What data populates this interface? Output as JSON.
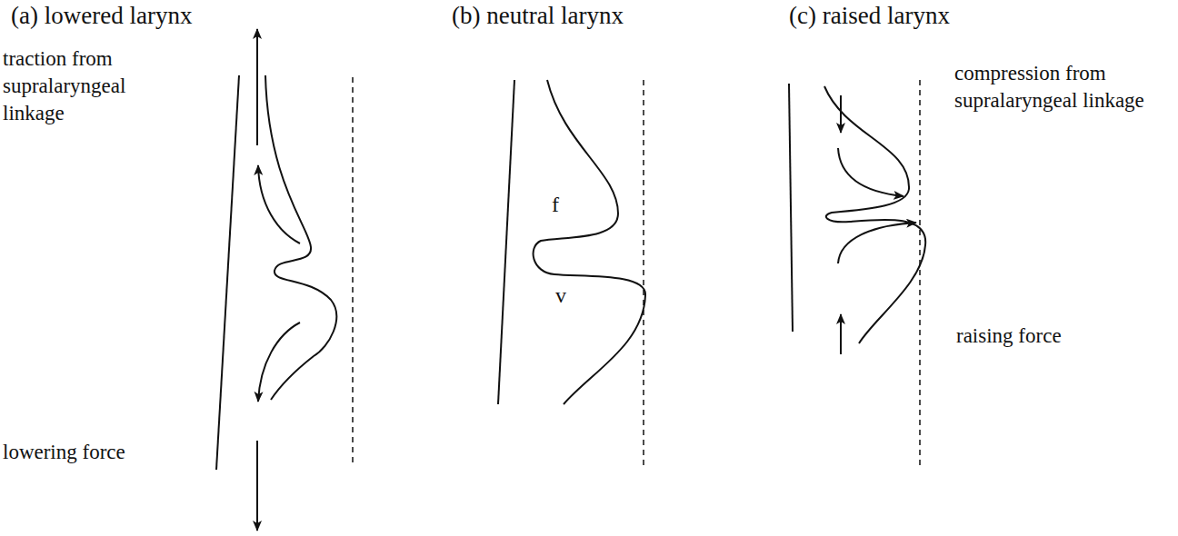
{
  "diagram": {
    "labels": [
      "(a) lowered larynx",
      "(b) neutral larynx",
      "(c) raised larynx",
      "traction from supralaryngeal linkage",
      "lowering force",
      "f",
      "v",
      "compression from supralaryngeal linkage",
      "raising force"
    ]
  }
}
